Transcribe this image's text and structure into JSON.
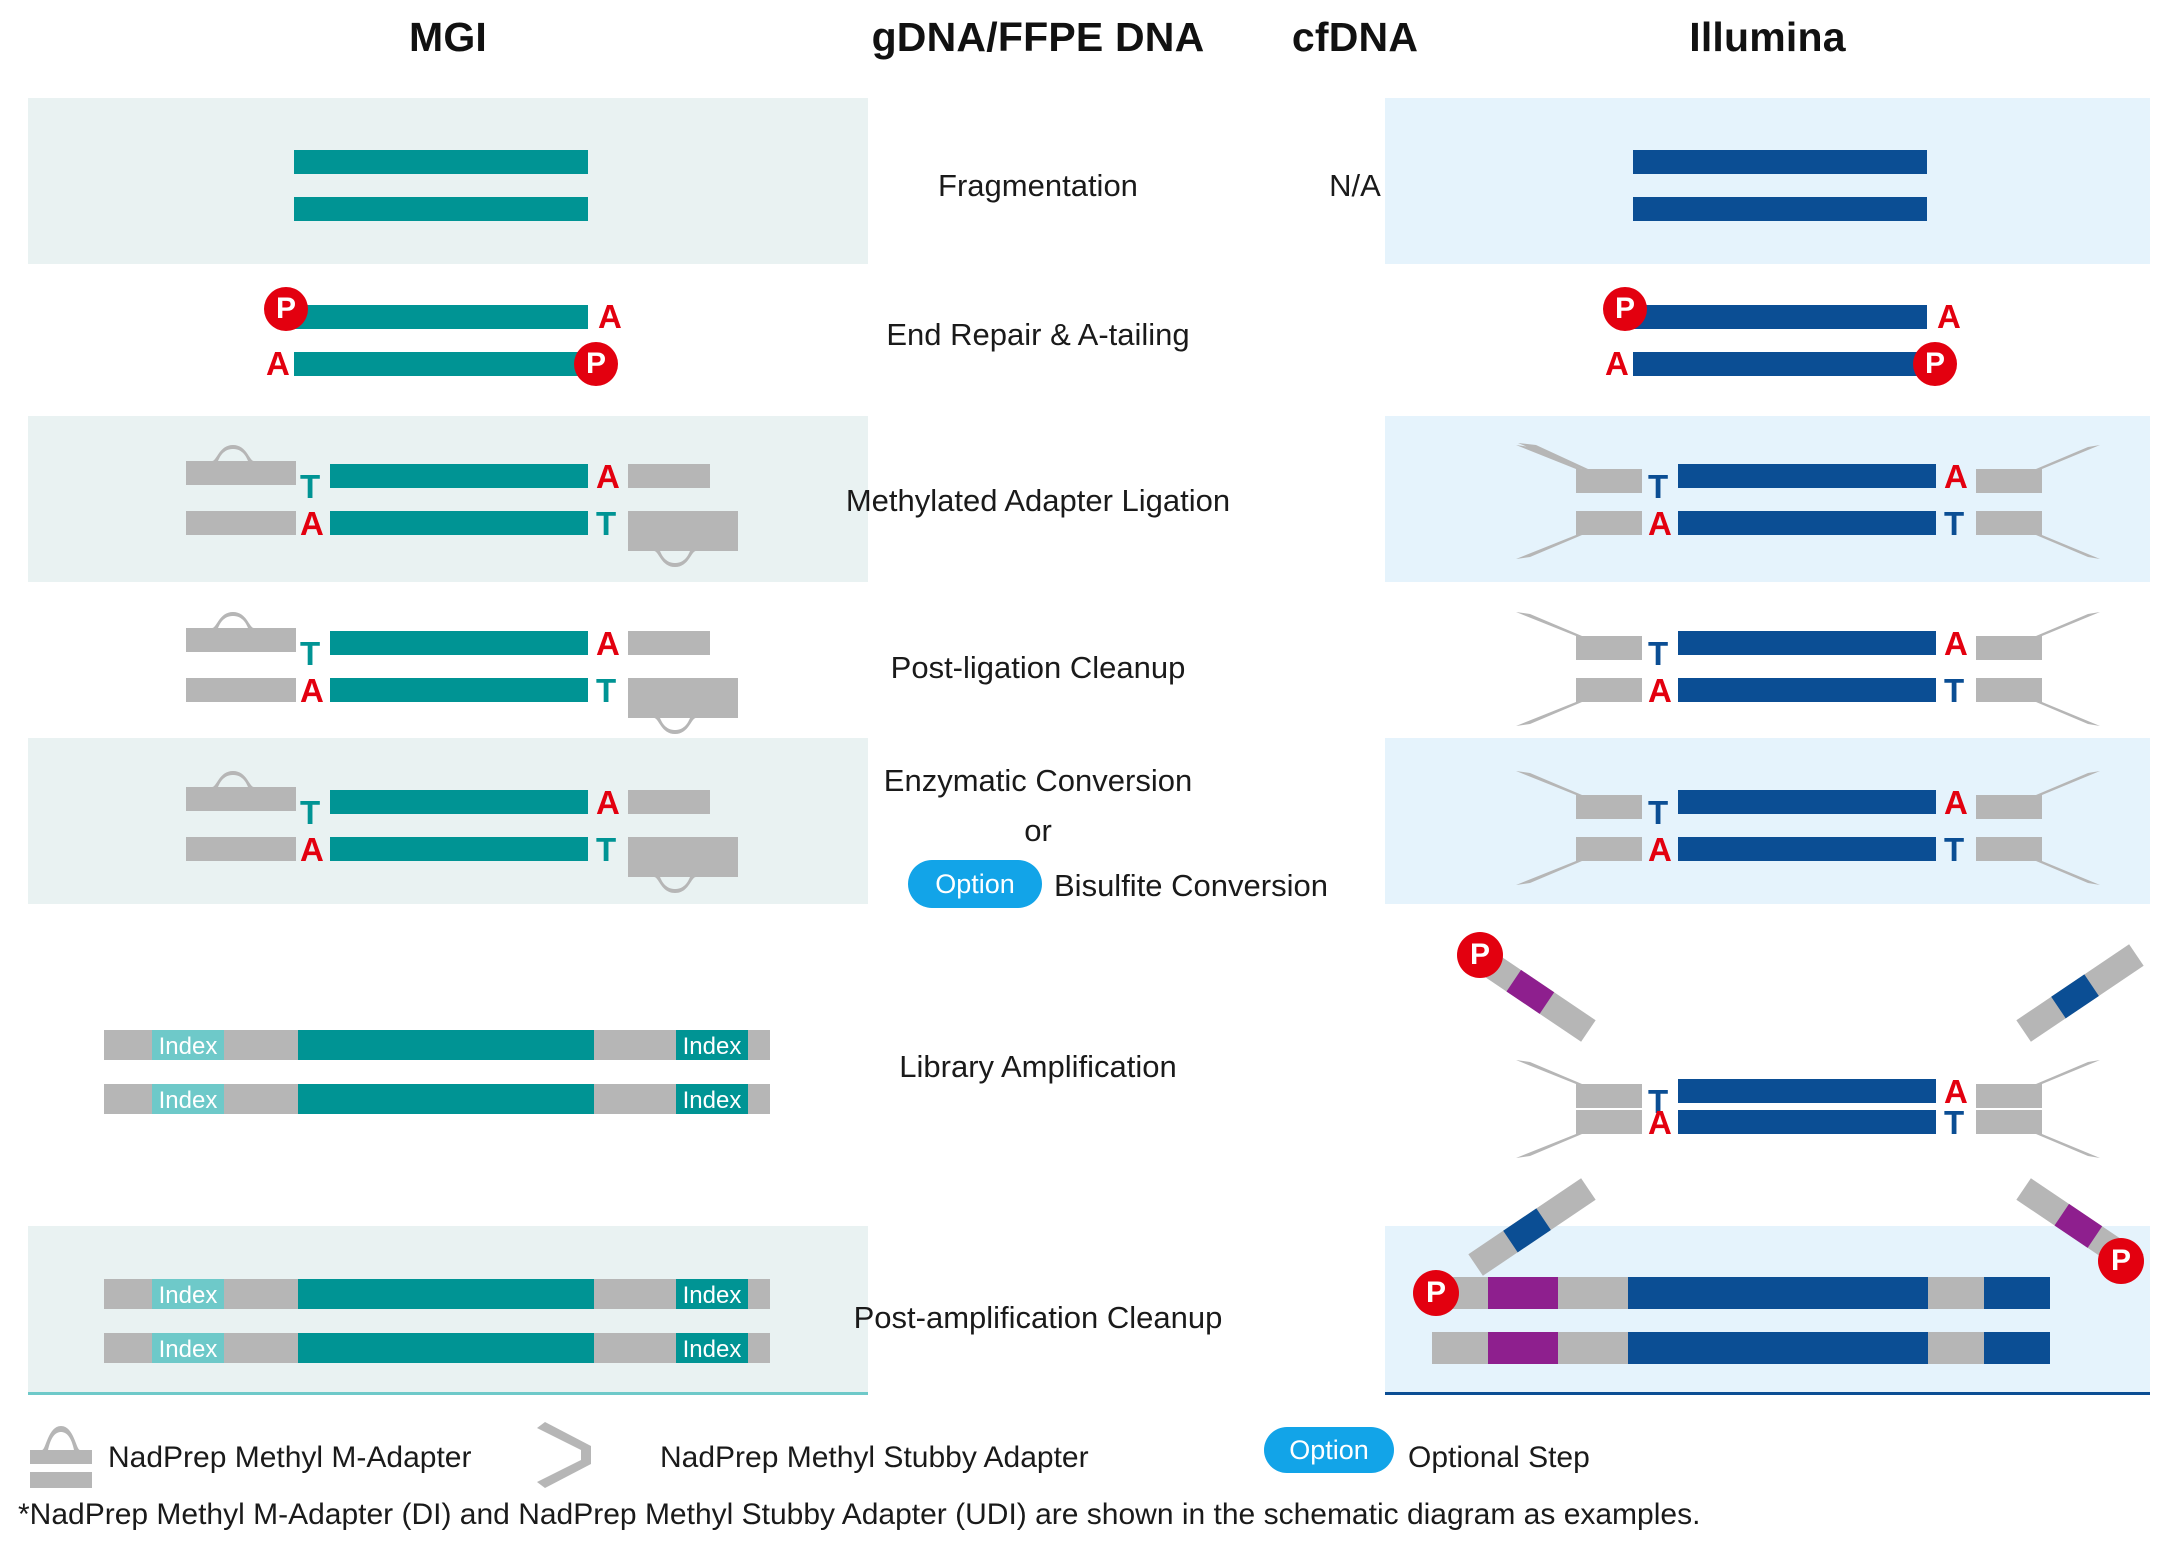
{
  "headers": {
    "mgi": "MGI",
    "gdna": "gDNA/FFPE DNA",
    "cfdna": "cfDNA",
    "illumina": "Illumina"
  },
  "steps": [
    {
      "id": "fragmentation",
      "label": "Fragmentation",
      "cfdna": "N/A"
    },
    {
      "id": "end-repair-a-tailing",
      "label": "End Repair & A-tailing",
      "cfdna": ""
    },
    {
      "id": "methylated-adapter-ligation",
      "label": "Methylated Adapter Ligation",
      "cfdna": ""
    },
    {
      "id": "post-ligation-cleanup",
      "label": "Post-ligation Cleanup",
      "cfdna": ""
    },
    {
      "id": "conversion",
      "label": "Enzymatic Conversion",
      "line2": "or",
      "line3": "Bisulfite Conversion",
      "option_badge": "Option"
    },
    {
      "id": "library-amplification",
      "label": "Library Amplification",
      "cfdna": ""
    },
    {
      "id": "post-amplification-cleanup",
      "label": "Post-amplification Cleanup",
      "cfdna": ""
    }
  ],
  "marks": {
    "phosphate": "P",
    "adenine": "A",
    "thymine": "T",
    "index": "Index"
  },
  "legend": {
    "m_adapter": "NadPrep Methyl M-Adapter",
    "stubby_adapter": "NadPrep Methyl Stubby Adapter",
    "option_badge": "Option",
    "optional_step": "Optional Step",
    "footnote": "*NadPrep Methyl M-Adapter (DI) and NadPrep Methyl Stubby Adapter (UDI) are shown in the schematic diagram as examples."
  },
  "colors": {
    "mgi_dna": "#009494",
    "illumina_dna": "#0b4e94",
    "adapter_grey": "#b6b6b6",
    "phosphate_red": "#e3000f",
    "option_blue": "#12a4e8",
    "index_purple": "#8e1f8e",
    "band_mgi": "#e9f2f2",
    "band_illumina": "#e5f3fc"
  }
}
